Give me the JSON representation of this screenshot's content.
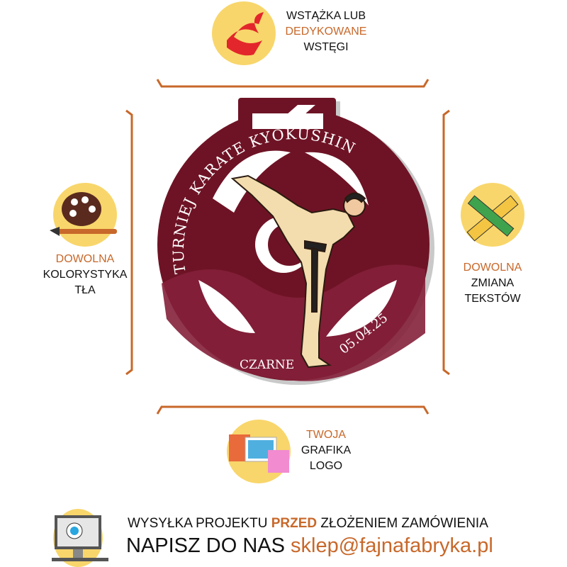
{
  "features": {
    "ribbon": {
      "line1": "WSTĄŻKA LUB",
      "line2": "DEDYKOWANE",
      "line3": "WSTĘGI"
    },
    "background": {
      "line1": "DOWOLNA",
      "line2": "KOLORYSTYKA",
      "line3": "TŁA"
    },
    "texts": {
      "line1": "DOWOLNA",
      "line2": "ZMIANA",
      "line3": "TEKSTÓW"
    },
    "graphic": {
      "line1": "TWOJA",
      "line2": "GRAFIKA",
      "line3": "LOGO"
    }
  },
  "medal": {
    "title": "TURNIEJ KARATE KYOKUSHIN",
    "place": "CZARNE",
    "date": "05.04.25"
  },
  "footer": {
    "line1_pre": "WYSYŁKA PROJEKTU ",
    "line1_highlight": "PRZED",
    "line1_post": " ZŁOŻENIEM ZAMÓWIENIA",
    "line2_pre": "NAPISZ DO NAS ",
    "email": "sklep@fajnafabryka.pl"
  },
  "colors": {
    "accent": "#c8682a",
    "medal": "#6e1325",
    "badge": "#f8d66b"
  }
}
